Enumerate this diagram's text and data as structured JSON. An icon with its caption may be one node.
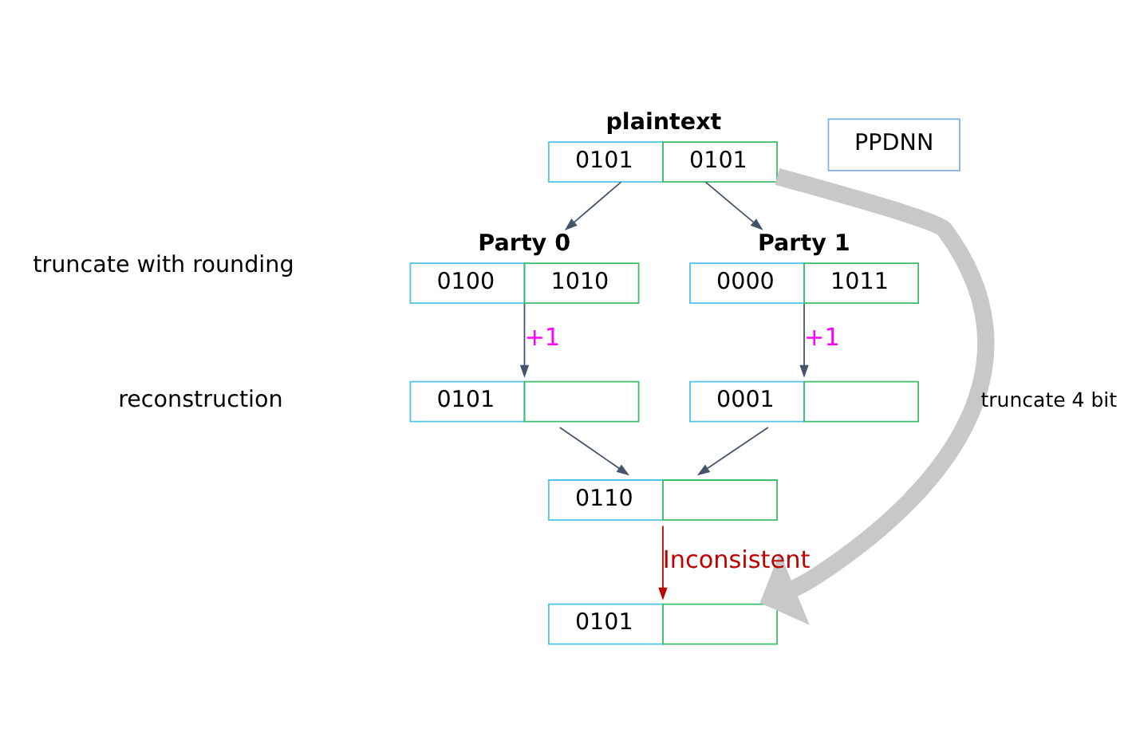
{
  "diagram": {
    "nodes": [
      {
        "text": [
          "PPDNN"
        ]
      },
      {
        "text": [
          "0101",
          "0101"
        ],
        "beside": [
          "plaintext"
        ]
      },
      {
        "text": [
          "0100",
          "1010"
        ],
        "beside": [
          "Party 0"
        ]
      },
      {
        "text": [
          "0000",
          "1011"
        ],
        "beside": [
          "Party 1"
        ]
      },
      {
        "text": [
          "0101"
        ]
      },
      {
        "text": [
          "0001"
        ]
      },
      {
        "text": [
          "0110"
        ]
      },
      {
        "text": [
          "0101"
        ]
      }
    ],
    "edges": [
      {
        "from": 1,
        "to": 2,
        "arrow": "to"
      },
      {
        "from": 1,
        "to": 3,
        "arrow": "to"
      },
      {
        "from": 2,
        "to": 4,
        "arrow": "to",
        "label": "+1"
      },
      {
        "from": 3,
        "to": 5,
        "arrow": "to",
        "label": "+1"
      },
      {
        "from": 4,
        "to": 6,
        "arrow": "to"
      },
      {
        "from": 5,
        "to": 6,
        "arrow": "to"
      },
      {
        "from": 6,
        "to": 7,
        "arrow": "to",
        "label": "Inconsistent",
        "color": "#c00000"
      },
      {
        "from": 1,
        "to": 7,
        "arrow": "to",
        "label": "truncate 4 bit",
        "style": "thick",
        "color": "#c8c8c8"
      }
    ],
    "labels": [
      "truncate with rounding",
      "reconstruction"
    ]
  }
}
